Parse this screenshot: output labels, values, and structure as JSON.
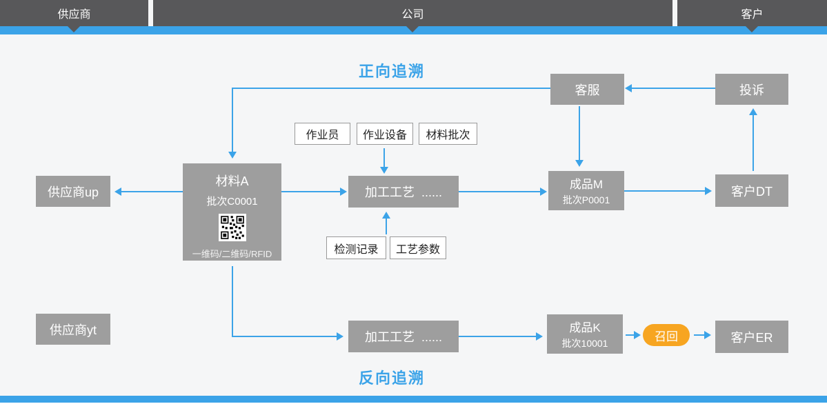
{
  "colors": {
    "accent_blue": "#3BA3E8",
    "header_dark": "#58585A",
    "node_gray": "#9E9E9E",
    "recall_orange": "#F7A521",
    "background": "#F5F6F7"
  },
  "lanes": {
    "supplier": "供应商",
    "company": "公司",
    "customer": "客户"
  },
  "titles": {
    "forward": "正向追溯",
    "backward": "反向追溯"
  },
  "nodes": {
    "customer_service": "客服",
    "complaint": "投诉",
    "operator": "作业员",
    "equipment": "作业设备",
    "material_batch": "材料批次",
    "material_a_title": "材料A",
    "material_a_batch": "批次C0001",
    "material_a_caption": "一维码/二维码/RFID",
    "supplier_up": "供应商up",
    "process_top": "加工工艺  ......",
    "product_m_title": "成品M",
    "product_m_batch": "批次P0001",
    "customer_dt": "客户DT",
    "inspection_record": "检测记录",
    "process_params": "工艺参数",
    "supplier_yt": "供应商yt",
    "process_bottom": "加工工艺  ......",
    "product_k_title": "成品K",
    "product_k_batch": "批次10001",
    "recall": "召回",
    "customer_er": "客户ER"
  }
}
